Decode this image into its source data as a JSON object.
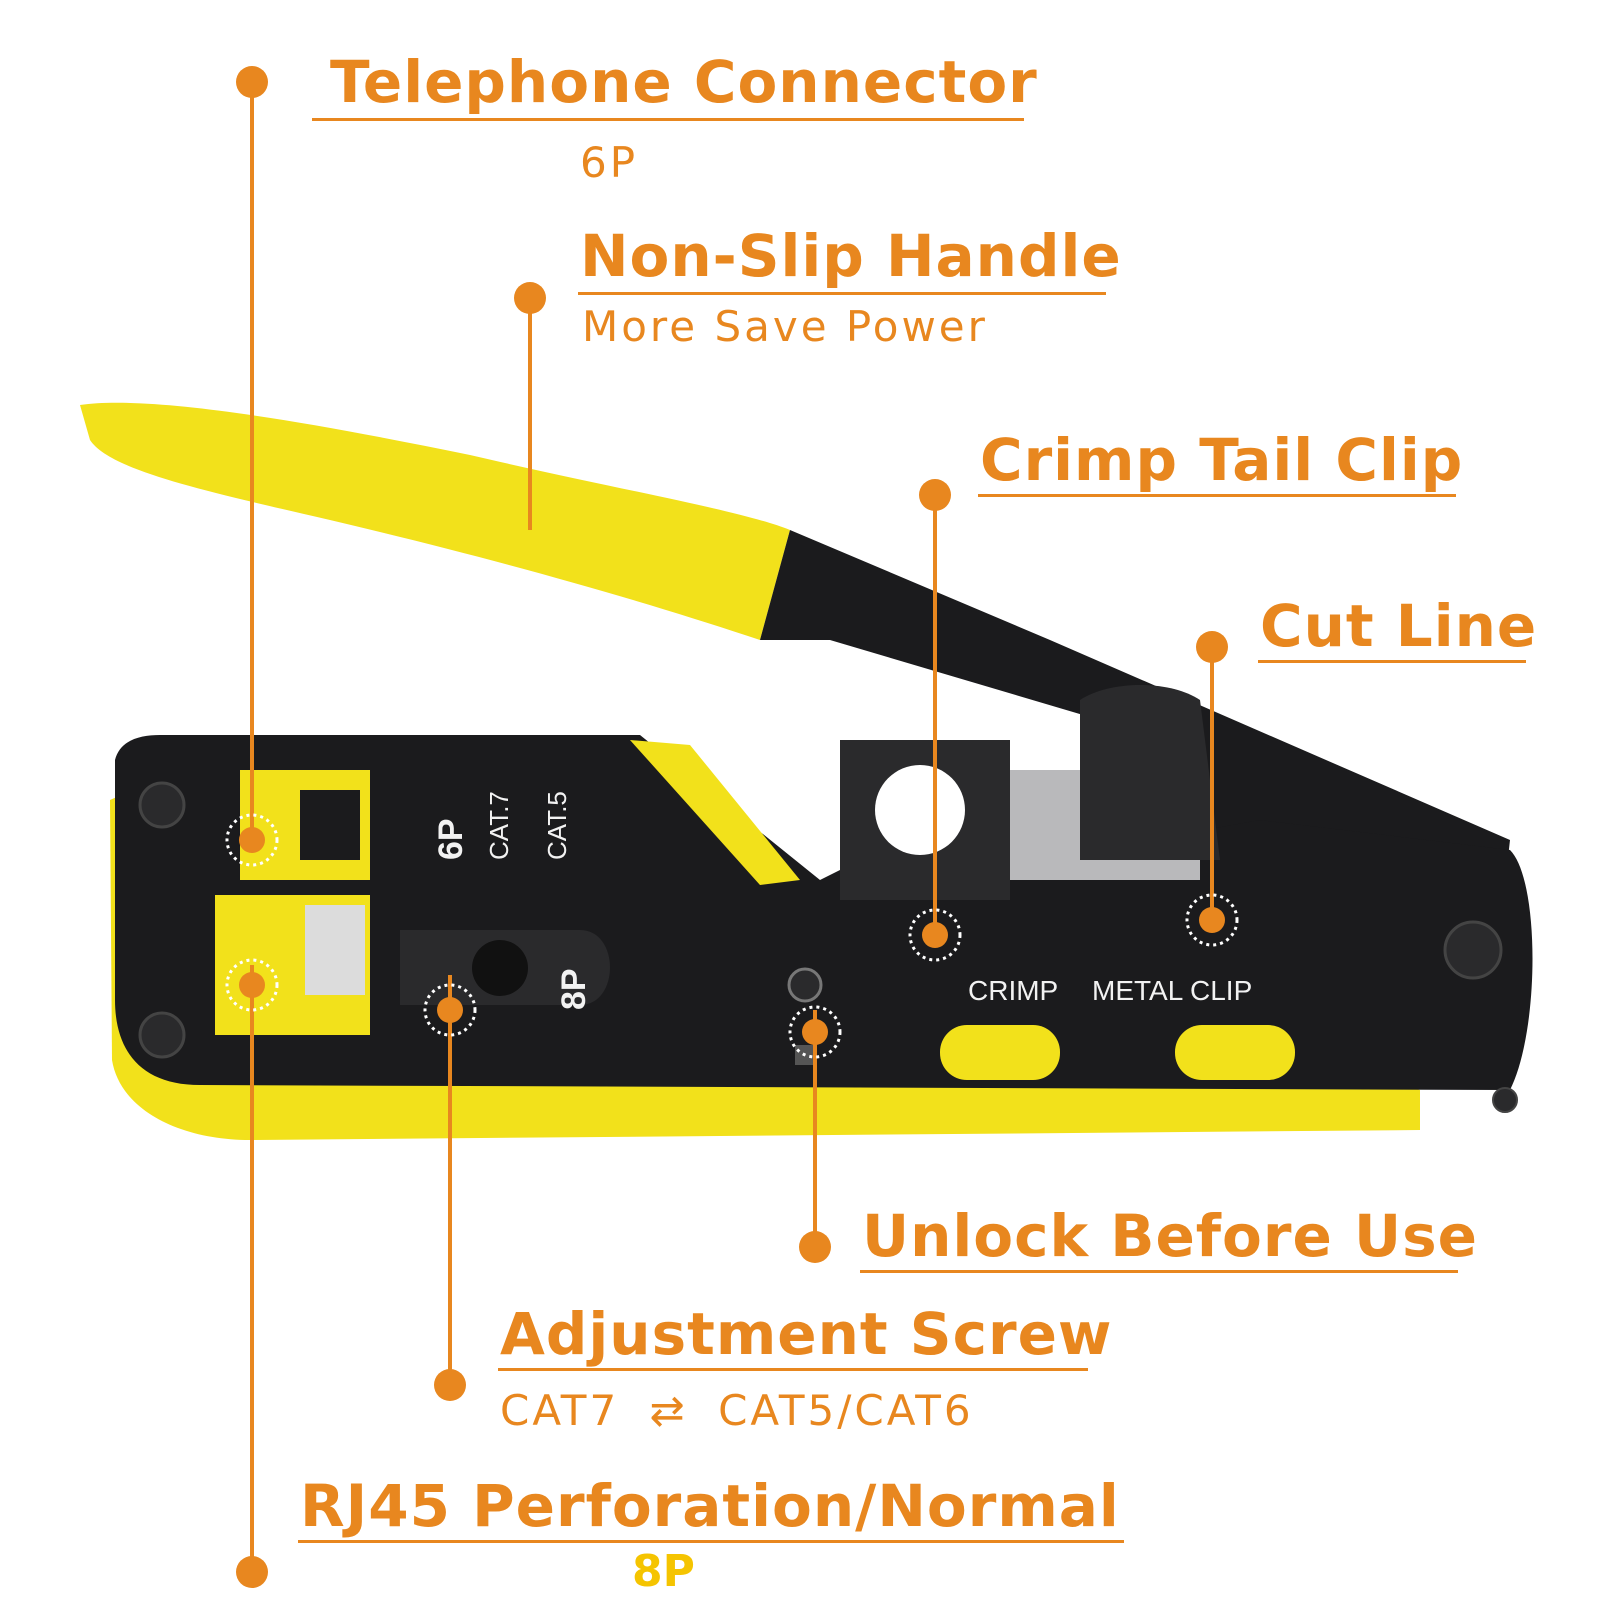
{
  "callouts": {
    "telephone_connector": {
      "title": "Telephone Connector",
      "subtitle": "6P"
    },
    "non_slip_handle": {
      "title": "Non-Slip Handle",
      "subtitle": "More Save Power"
    },
    "crimp_tail_clip": {
      "title": "Crimp Tail Clip"
    },
    "cut_line": {
      "title": "Cut Line"
    },
    "unlock_before_use": {
      "title": "Unlock Before Use"
    },
    "adjustment_screw": {
      "title": "Adjustment Screw",
      "subtitle_left": "CAT7",
      "subtitle_arrow": "⇄",
      "subtitle_right": "CAT5/CAT6"
    },
    "rj45": {
      "title": "RJ45 Perforation/Normal",
      "subtitle": "8P"
    }
  },
  "tool_markings": {
    "port_6p": "6P",
    "cat7": "CAT.7",
    "cat5": "CAT.5",
    "port_8p": "8P",
    "crimp": "CRIMP",
    "metal_clip": "METAL CLIP"
  },
  "colors": {
    "accent": "#E8871F",
    "tool_yellow": "#F2E11B",
    "tool_black": "#1b1b1d",
    "highlight_8p": "#F5C400"
  }
}
